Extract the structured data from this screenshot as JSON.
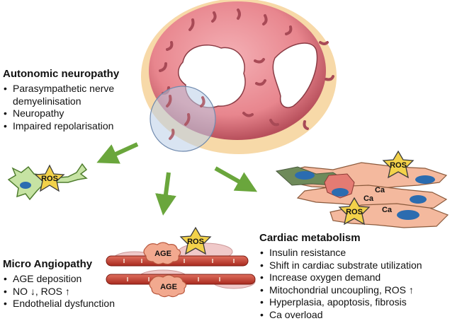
{
  "panels": {
    "autonomic": {
      "title": "Autonomic neuropathy",
      "items": [
        "Parasympathetic nerve demyelinisation",
        "Neuropathy",
        "Impaired repolarisation"
      ]
    },
    "micro": {
      "title": "Micro Angiopathy",
      "items": [
        "AGE deposition",
        "NO ↓, ROS ↑",
        "Endothelial dysfunction"
      ]
    },
    "cardiac": {
      "title": "Cardiac metabolism",
      "items": [
        "Insulin resistance",
        "Shift in cardiac substrate utilization",
        "Increase oxygen demand",
        "Mitochondrial uncoupling, ROS ↑",
        "Hyperplasia, apoptosis, fibrosis",
        "Ca overload"
      ]
    }
  },
  "labels": {
    "ros": "ROS",
    "age": "AGE",
    "ca": "Ca"
  },
  "colors": {
    "myocardium": "#e8868e",
    "pericardium": "#f7d9a8",
    "arrow": "#6aa63c",
    "ros_star": "#f3d24a",
    "nucleus": "#2b6cb0",
    "magnifier": "#b9cde8",
    "vessel": "#c0392b"
  }
}
